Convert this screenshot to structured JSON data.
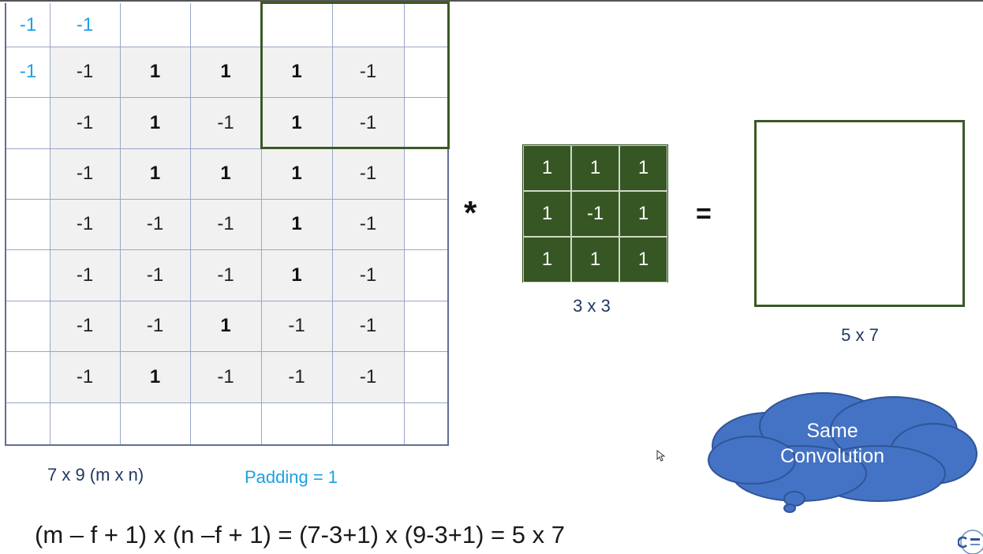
{
  "input_grid": {
    "rows": [
      [
        "-1",
        "-1",
        "",
        "",
        "",
        "",
        ""
      ],
      [
        "-1",
        "-1",
        "1",
        "1",
        "1",
        "-1",
        ""
      ],
      [
        "",
        "-1",
        "1",
        "-1",
        "1",
        "-1",
        ""
      ],
      [
        "",
        "-1",
        "1",
        "1",
        "1",
        "-1",
        ""
      ],
      [
        "",
        "-1",
        "-1",
        "-1",
        "1",
        "-1",
        ""
      ],
      [
        "",
        "-1",
        "-1",
        "-1",
        "1",
        "-1",
        ""
      ],
      [
        "",
        "-1",
        "-1",
        "1",
        "-1",
        "-1",
        ""
      ],
      [
        "",
        "-1",
        "1",
        "-1",
        "-1",
        "-1",
        ""
      ],
      [
        "",
        "",
        "",
        "",
        "",
        "",
        ""
      ]
    ],
    "dimension_label": "7 x 9 (m x n)",
    "padding_label": "Padding = 1"
  },
  "operator_convolve": "*",
  "filter": {
    "rows": [
      [
        "1",
        "1",
        "1"
      ],
      [
        "1",
        "-1",
        "1"
      ],
      [
        "1",
        "1",
        "1"
      ]
    ],
    "dimension_label": "3 x 3",
    "color": "#365623"
  },
  "operator_equals": "=",
  "output": {
    "dimension_label": "5 x 7"
  },
  "callout": {
    "line1": "Same",
    "line2": "Convolution",
    "color": "#4472c4"
  },
  "formula": "(m – f + 1) x (n –f + 1) = (7-3+1) x (9-3+1) = 5 x 7",
  "colors": {
    "padding_text": "#1ba1e2",
    "label_text": "#1f3864",
    "window_border": "#3a5a24"
  }
}
